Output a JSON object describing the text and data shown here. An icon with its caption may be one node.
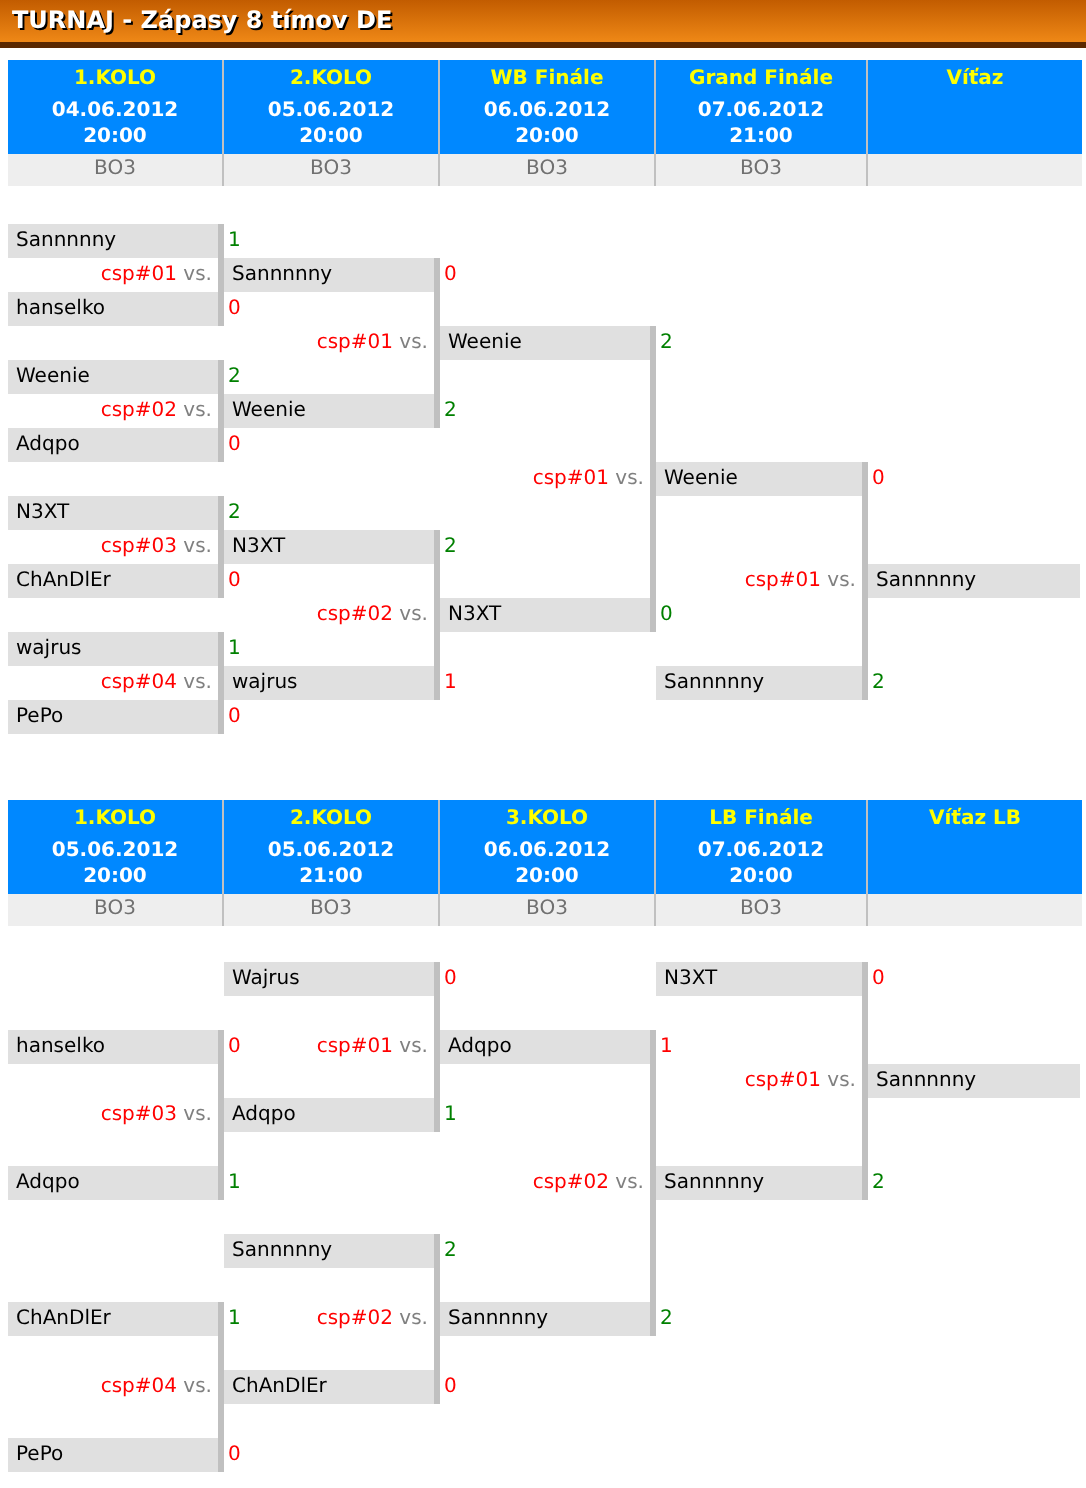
{
  "diagram": {
    "title": "TURNAJ - Zápasy 8 tímov DE",
    "nodes": [
      {
        "text": [
          "1.KOLO",
          "04.06.2012 20:00"
        ]
      },
      {
        "text": [
          "2.KOLO",
          "05.06.2012 20:00"
        ]
      },
      {
        "text": [
          "WB Finále",
          "06.06.2012 20:00"
        ]
      },
      {
        "text": [
          "Grand Finále",
          "07.06.2012 21:00"
        ]
      },
      {
        "text": [
          "Víťaz"
        ]
      },
      {
        "text": [
          "BO3"
        ]
      },
      {
        "text": [
          "BO3"
        ]
      },
      {
        "text": [
          "BO3"
        ]
      },
      {
        "text": [
          "BO3"
        ]
      },
      {
        "text": [],
        "shape": "box"
      },
      {
        "text": [
          "Sannnnny"
        ],
        "beside": [
          "1"
        ]
      },
      {
        "text": [
          "Sannnnny"
        ],
        "beside": [
          "csp#01 vs.",
          "0"
        ]
      },
      {
        "text": [
          "hanselko"
        ],
        "beside": [
          "0"
        ]
      },
      {
        "text": [
          "Weenie"
        ],
        "beside": [
          "csp#01 vs.",
          "2"
        ]
      },
      {
        "text": [
          "Weenie"
        ],
        "beside": [
          "2"
        ]
      },
      {
        "text": [
          "Weenie"
        ],
        "beside": [
          "csp#02 vs.",
          "2"
        ]
      },
      {
        "text": [
          "Adqpo"
        ],
        "beside": [
          "0"
        ]
      },
      {
        "text": [
          "Weenie"
        ],
        "beside": [
          "csp#01 vs.",
          "0"
        ]
      },
      {
        "text": [
          "N3XT"
        ],
        "beside": [
          "2"
        ]
      },
      {
        "text": [
          "N3XT"
        ],
        "beside": [
          "csp#03 vs.",
          "2"
        ]
      },
      {
        "text": [
          "ChAnDlEr"
        ],
        "beside": [
          "0"
        ]
      },
      {
        "text": [
          "Sannnnny"
        ],
        "beside": [
          "csp#01 vs."
        ]
      },
      {
        "text": [
          "N3XT"
        ],
        "beside": [
          "csp#02 vs.",
          "0"
        ]
      },
      {
        "text": [
          "wajrus"
        ],
        "beside": [
          "1"
        ]
      },
      {
        "text": [
          "wajrus"
        ],
        "beside": [
          "csp#04 vs.",
          "1"
        ]
      },
      {
        "text": [
          "Sannnnny"
        ],
        "beside": [
          "2"
        ]
      },
      {
        "text": [
          "PePo"
        ],
        "beside": [
          "0"
        ]
      },
      {
        "text": [
          "1.KOLO",
          "05.06.2012 20:00"
        ]
      },
      {
        "text": [
          "2.KOLO",
          "05.06.2012 21:00"
        ]
      },
      {
        "text": [
          "3.KOLO",
          "06.06.2012 20:00"
        ]
      },
      {
        "text": [
          "LB Finále",
          "07.06.2012 20:00"
        ]
      },
      {
        "text": [
          "Víťaz LB"
        ]
      },
      {
        "text": [
          "BO3"
        ]
      },
      {
        "text": [
          "BO3"
        ]
      },
      {
        "text": [
          "BO3"
        ]
      },
      {
        "text": [
          "BO3"
        ]
      },
      {
        "text": [],
        "shape": "box"
      },
      {
        "text": [
          "Wajrus"
        ],
        "beside": [
          "0"
        ]
      },
      {
        "text": [
          "N3XT"
        ],
        "beside": [
          "0"
        ]
      },
      {
        "text": [
          "hanselko"
        ],
        "beside": [
          "0"
        ]
      },
      {
        "text": [
          "Adqpo"
        ],
        "beside": [
          "csp#01 vs.",
          "1"
        ]
      },
      {
        "text": [
          "Sannnnny"
        ],
        "beside": [
          "csp#01 vs."
        ]
      },
      {
        "text": [
          "Adqpo"
        ],
        "beside": [
          "csp#03 vs.",
          "1"
        ]
      },
      {
        "text": [
          "Adqpo"
        ],
        "beside": [
          "1"
        ]
      },
      {
        "text": [
          "Sannnnny"
        ],
        "beside": [
          "csp#02 vs.",
          "2"
        ]
      },
      {
        "text": [
          "Sannnnny"
        ],
        "beside": [
          "2"
        ]
      },
      {
        "text": [
          "ChAnDlEr"
        ],
        "beside": [
          "1"
        ]
      },
      {
        "text": [
          "Sannnnny"
        ],
        "beside": [
          "csp#02 vs.",
          "2"
        ]
      },
      {
        "text": [
          "ChAnDlEr"
        ],
        "beside": [
          "csp#04 vs.",
          "0"
        ]
      },
      {
        "text": [
          "PePo"
        ],
        "beside": [
          "0"
        ]
      }
    ],
    "edges": [
      {
        "from": 10,
        "to": 11,
        "arrow": "none"
      },
      {
        "from": 12,
        "to": 11,
        "arrow": "none"
      },
      {
        "from": 14,
        "to": 15,
        "arrow": "none"
      },
      {
        "from": 16,
        "to": 15,
        "arrow": "none"
      },
      {
        "from": 18,
        "to": 19,
        "arrow": "none"
      },
      {
        "from": 20,
        "to": 19,
        "arrow": "none"
      },
      {
        "from": 23,
        "to": 24,
        "arrow": "none"
      },
      {
        "from": 26,
        "to": 24,
        "arrow": "none"
      },
      {
        "from": 11,
        "to": 13,
        "arrow": "none"
      },
      {
        "from": 15,
        "to": 13,
        "arrow": "none"
      },
      {
        "from": 19,
        "to": 22,
        "arrow": "none"
      },
      {
        "from": 24,
        "to": 22,
        "arrow": "none"
      },
      {
        "from": 13,
        "to": 17,
        "arrow": "none"
      },
      {
        "from": 22,
        "to": 17,
        "arrow": "none"
      },
      {
        "from": 17,
        "to": 21,
        "arrow": "none"
      },
      {
        "from": 25,
        "to": 21,
        "arrow": "none"
      },
      {
        "from": 39,
        "to": 42,
        "arrow": "none"
      },
      {
        "from": 43,
        "to": 42,
        "arrow": "none"
      },
      {
        "from": 46,
        "to": 48,
        "arrow": "none"
      },
      {
        "from": 49,
        "to": 48,
        "arrow": "none"
      },
      {
        "from": 37,
        "to": 40,
        "arrow": "none"
      },
      {
        "from": 42,
        "to": 40,
        "arrow": "none"
      },
      {
        "from": 45,
        "to": 47,
        "arrow": "none"
      },
      {
        "from": 48,
        "to": 47,
        "arrow": "none"
      },
      {
        "from": 40,
        "to": 44,
        "arrow": "none"
      },
      {
        "from": 47,
        "to": 44,
        "arrow": "none"
      },
      {
        "from": 38,
        "to": 41,
        "arrow": "none"
      },
      {
        "from": 44,
        "to": 41,
        "arrow": "none"
      }
    ]
  }
}
